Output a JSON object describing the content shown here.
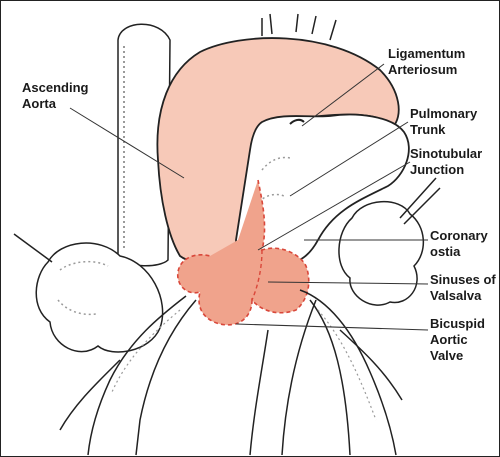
{
  "labels": {
    "ascending_aorta": [
      "Ascending",
      "Aorta"
    ],
    "ligamentum_arteriosum": [
      "Ligamentum",
      "Arteriosum"
    ],
    "pulmonary_trunk": [
      "Pulmonary",
      "Trunk"
    ],
    "sinotubular_junction": [
      "Sinotubular",
      "Junction"
    ],
    "coronary_ostia": [
      "Coronary",
      "ostia"
    ],
    "sinuses_of_valsalva": [
      "Sinuses of",
      "Valsalva"
    ],
    "bicuspid_aortic_valve": [
      "Bicuspid",
      "Aortic",
      "Valve"
    ]
  },
  "colors": {
    "aorta_fill": "#f7c9b8",
    "root_fill": "#f0a38c",
    "dashed_outline": "#d9473a",
    "line": "#222222",
    "shadow": "#9a9a9a"
  }
}
